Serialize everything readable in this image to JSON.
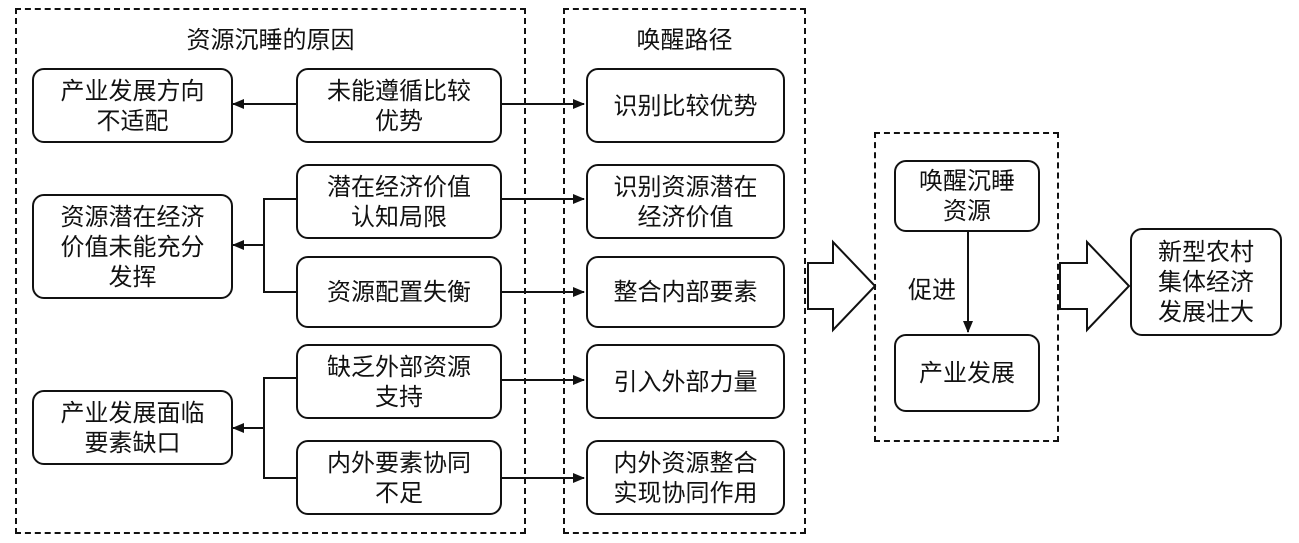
{
  "groups": {
    "causes_title": "资源沉睡的原因",
    "paths_title": "唤醒路径"
  },
  "causes": {
    "industry_direction": [
      "产业发展方向",
      "不适配"
    ],
    "comparative_advantage": [
      "未能遵循比较",
      "优势"
    ],
    "potential_value": [
      "资源潜在经济",
      "价值未能充分",
      "发挥"
    ],
    "cognition_limit": [
      "潜在经济价值",
      "认知局限"
    ],
    "allocation_imbalance": [
      "资源配置失衡"
    ],
    "factor_gap": [
      "产业发展面临",
      "要素缺口"
    ],
    "external_support": [
      "缺乏外部资源",
      "支持"
    ],
    "synergy_lacking": [
      "内外要素协同",
      "不足"
    ]
  },
  "paths": {
    "identify_advantage": [
      "识别比较优势"
    ],
    "identify_value": [
      "识别资源潜在",
      "经济价值"
    ],
    "integrate_internal": [
      "整合内部要素"
    ],
    "introduce_external": [
      "引入外部力量"
    ],
    "integrate_synergy": [
      "内外资源整合",
      "实现协同作用"
    ]
  },
  "outcome": {
    "wake_resources": [
      "唤醒沉睡",
      "资源"
    ],
    "promote_label": "促进",
    "industry_development": [
      "产业发展"
    ],
    "final": [
      "新型农村",
      "集体经济",
      "发展壮大"
    ]
  }
}
